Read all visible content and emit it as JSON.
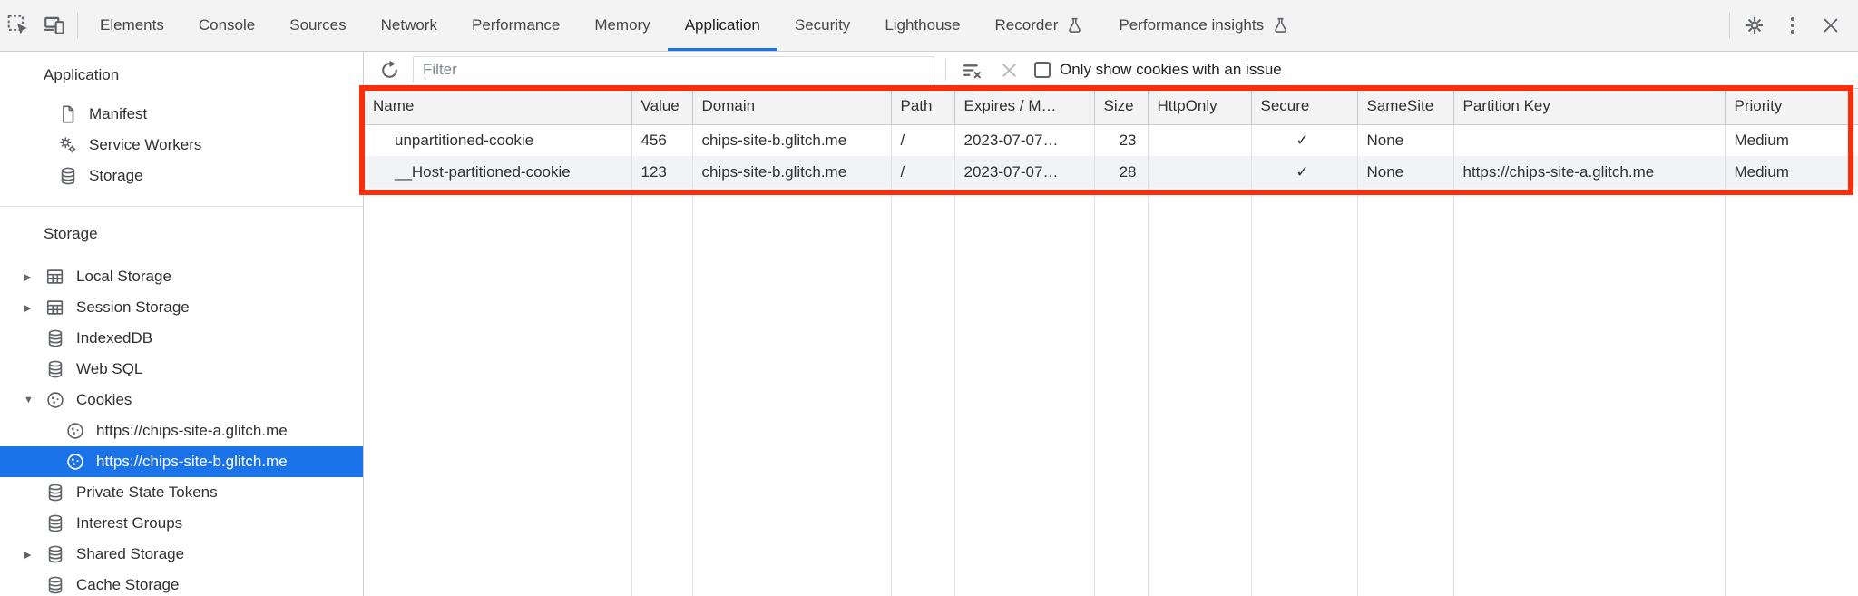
{
  "toolbar": {
    "tabs": [
      "Elements",
      "Console",
      "Sources",
      "Network",
      "Performance",
      "Memory",
      "Application",
      "Security",
      "Lighthouse",
      "Recorder",
      "Performance insights"
    ],
    "active_tab": "Application",
    "left_icons": [
      "inspect-element-icon",
      "toggle-device-toolbar-icon"
    ],
    "right_icons": [
      "settings-gear-icon",
      "more-options-kebab-icon",
      "close-icon"
    ]
  },
  "sidebar": {
    "application_section": {
      "title": "Application",
      "items": [
        {
          "label": "Manifest",
          "icon": "manifest-file-icon"
        },
        {
          "label": "Service Workers",
          "icon": "service-workers-gears-icon"
        },
        {
          "label": "Storage",
          "icon": "storage-database-icon"
        }
      ]
    },
    "storage_section": {
      "title": "Storage",
      "selected_item": "https://chips-site-b.glitch.me",
      "items": [
        {
          "label": "Local Storage",
          "icon": "table-icon",
          "state": "collapsed"
        },
        {
          "label": "Session Storage",
          "icon": "table-icon",
          "state": "collapsed"
        },
        {
          "label": "IndexedDB",
          "icon": "database-icon"
        },
        {
          "label": "Web SQL",
          "icon": "database-icon"
        },
        {
          "label": "Cookies",
          "icon": "cookie-icon",
          "state": "expanded"
        },
        {
          "label": "https://chips-site-a.glitch.me",
          "icon": "cookie-icon",
          "child": true
        },
        {
          "label": "https://chips-site-b.glitch.me",
          "icon": "cookie-icon",
          "child": true,
          "selected": true
        },
        {
          "label": "Private State Tokens",
          "icon": "database-icon"
        },
        {
          "label": "Interest Groups",
          "icon": "database-icon"
        },
        {
          "label": "Shared Storage",
          "icon": "database-icon",
          "state": "collapsed"
        },
        {
          "label": "Cache Storage",
          "icon": "database-icon"
        }
      ]
    }
  },
  "cookies_panel": {
    "filter": {
      "placeholder": "Filter"
    },
    "issue_checkbox": {
      "label": "Only show cookies with an issue",
      "checked": false
    },
    "toolbar_icons": [
      "refresh-icon",
      "clear-filter-icon",
      "clear-search-icon"
    ],
    "table": {
      "columns": [
        "Name",
        "Value",
        "Domain",
        "Path",
        "Expires / M…",
        "Size",
        "HttpOnly",
        "Secure",
        "SameSite",
        "Partition Key",
        "Priority"
      ],
      "rows": [
        [
          "unpartitioned-cookie",
          "456",
          "chips-site-b.glitch.me",
          "/",
          "2023-07-07…",
          "23",
          "",
          "✓",
          "None",
          "",
          "Medium"
        ],
        [
          "__Host-partitioned-cookie",
          "123",
          "chips-site-b.glitch.me",
          "/",
          "2023-07-07…",
          "28",
          "",
          "✓",
          "None",
          "https://chips-site-a.glitch.me",
          "Medium"
        ]
      ]
    }
  },
  "glyphs": {
    "collapsed": "▶",
    "expanded": "▼"
  },
  "colors": {
    "accent_blue": "#1a73e8",
    "selection_blue": "#1a73e8",
    "annotation_red": "#fb2d0a",
    "toolbar_gray": "#f3f3f3",
    "stripe_row": "#f1f3f6"
  }
}
